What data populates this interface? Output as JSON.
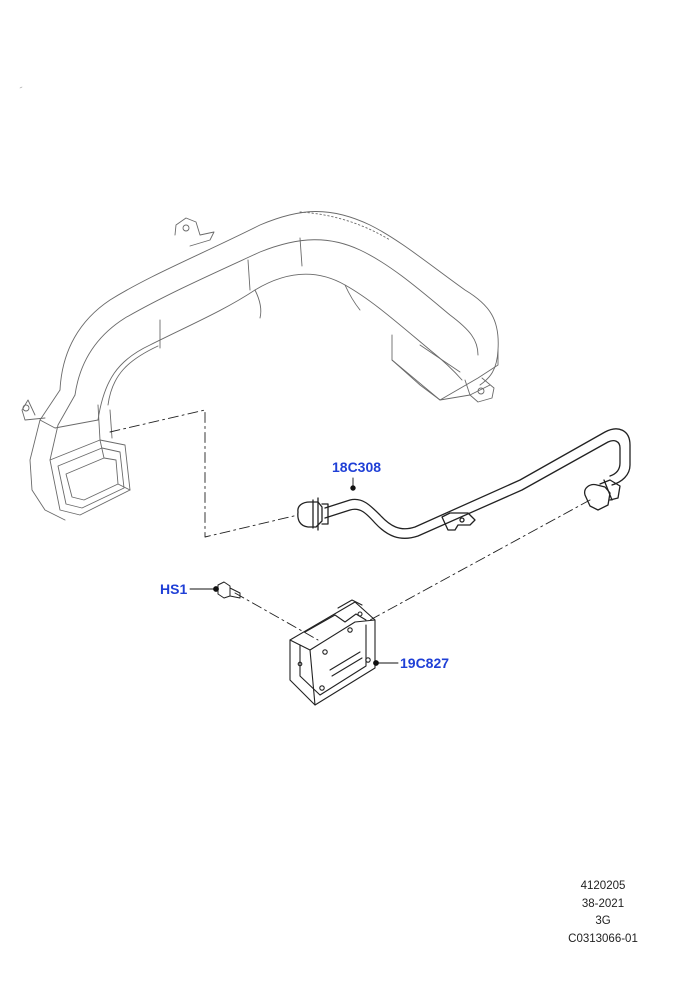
{
  "callouts": {
    "pipe": "18C308",
    "bolt": "HS1",
    "module": "19C827"
  },
  "footer": {
    "line1": "4120205",
    "line2": "38-2021",
    "line3": "3G",
    "line4": "C0313066-01"
  },
  "colors": {
    "callout": "#1f3fd6",
    "line": "#222222"
  }
}
